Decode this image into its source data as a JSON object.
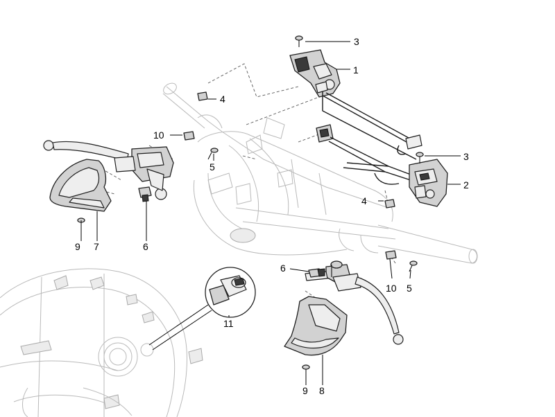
{
  "diagram": {
    "callouts": [
      {
        "id": "c1",
        "text": "1"
      },
      {
        "id": "c2",
        "text": "2"
      },
      {
        "id": "c3a",
        "text": "3"
      },
      {
        "id": "c3b",
        "text": "3"
      },
      {
        "id": "c4a",
        "text": "4"
      },
      {
        "id": "c4b",
        "text": "4"
      },
      {
        "id": "c5a",
        "text": "5"
      },
      {
        "id": "c5b",
        "text": "5"
      },
      {
        "id": "c6a",
        "text": "6"
      },
      {
        "id": "c6b",
        "text": "6"
      },
      {
        "id": "c7",
        "text": "7"
      },
      {
        "id": "c8",
        "text": "8"
      },
      {
        "id": "c9a",
        "text": "9"
      },
      {
        "id": "c9b",
        "text": "9"
      },
      {
        "id": "c10a",
        "text": "10"
      },
      {
        "id": "c10b",
        "text": "10"
      },
      {
        "id": "c11",
        "text": "11"
      }
    ]
  }
}
